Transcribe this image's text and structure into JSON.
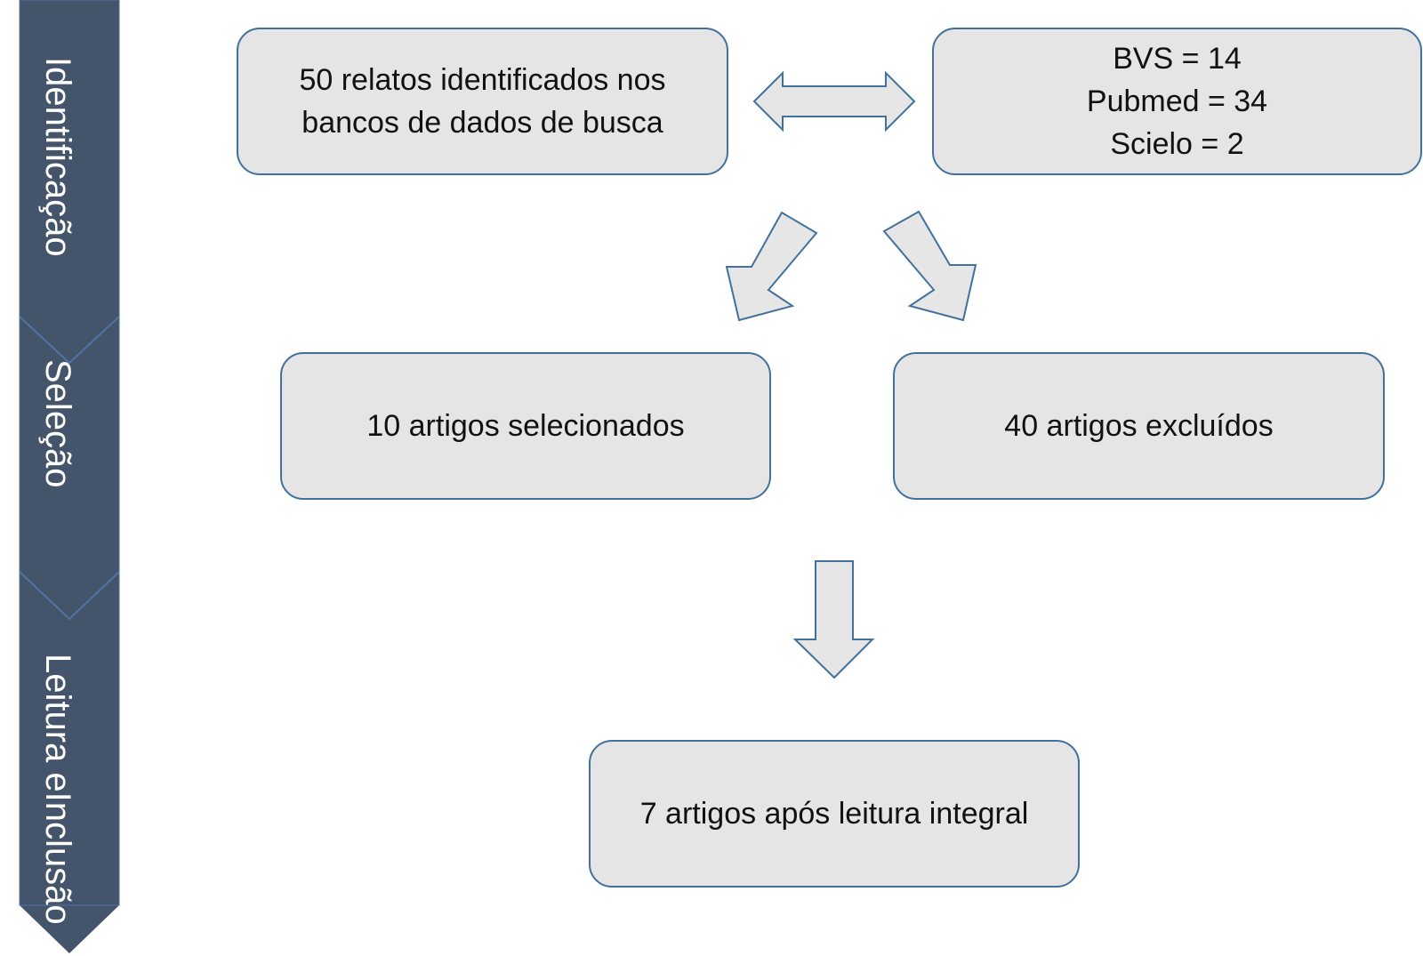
{
  "colors": {
    "stage_fill": "#44546a",
    "stage_divider": "#4f74a3",
    "stage_text": "#ffffff",
    "box_fill": "#e5e5e5",
    "box_border": "#41719c",
    "arrow_fill": "#e7e6e6",
    "arrow_border": "#41719c",
    "text": "#111111"
  },
  "stages": {
    "identification": "Identificação",
    "selection": "Seleção",
    "reading_line1": "Leitura e",
    "reading_line2": "Inclusão"
  },
  "boxes": {
    "identified": {
      "line1": "50 relatos identificados nos",
      "line2": "bancos de dados de busca"
    },
    "databases": {
      "bvs": "BVS = 14",
      "pubmed": "Pubmed = 34",
      "scielo": "Scielo = 2"
    },
    "selected": "10 artigos selecionados",
    "excluded": "40 artigos excluídos",
    "final": "7 artigos após leitura integral"
  },
  "icons": {
    "bidirectional": "double-arrow-icon",
    "to_selected": "arrow-down-left-icon",
    "to_excluded": "arrow-down-right-icon",
    "to_final": "arrow-down-icon"
  }
}
